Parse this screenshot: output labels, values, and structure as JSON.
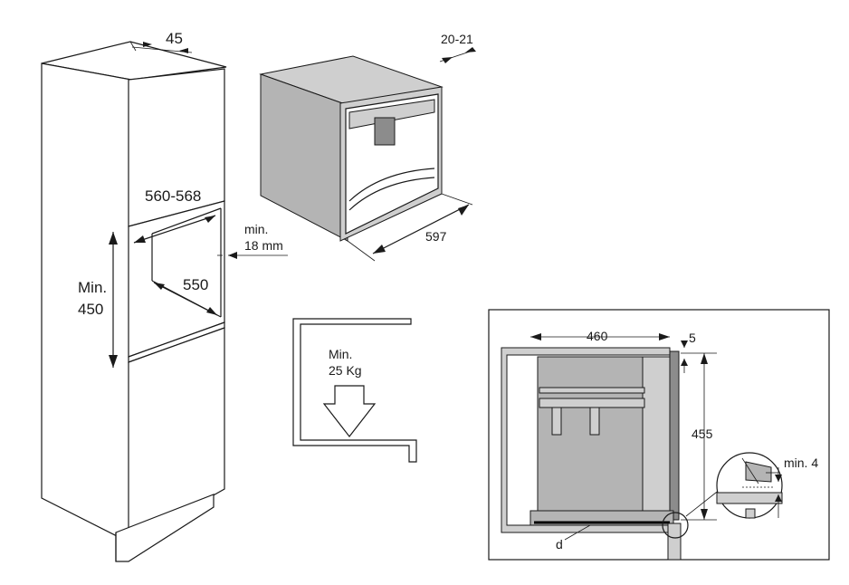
{
  "labels": {
    "top_depth": "45",
    "niche_width": "560-568",
    "min_thickness_line1": "min.",
    "min_thickness_line2": "18 mm",
    "niche_depth": "550",
    "niche_height_line1": "Min.",
    "niche_height_line2": "450",
    "frame_gap": "20-21",
    "appliance_width": "597",
    "load_line1": "Min.",
    "load_line2": "25 Kg",
    "side_depth": "460",
    "top_gap": "5",
    "side_height": "455",
    "min_offset": "min. 4",
    "letter_d": "d"
  }
}
